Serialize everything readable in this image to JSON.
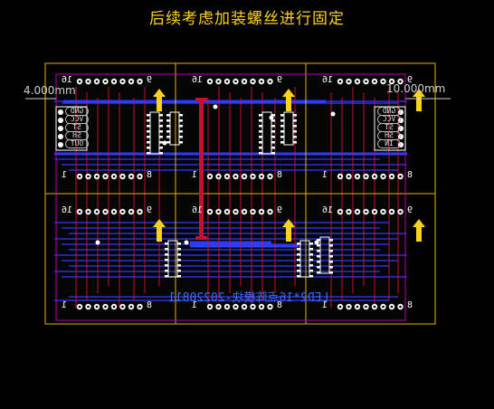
{
  "title": "后续考虑加装螺丝进行固定",
  "dimensions": {
    "left": "4.000mm",
    "right": "10.000mm"
  },
  "board_label": "LED2*16点阵模块-20220811",
  "connector_left": [
    "GND",
    "VCC",
    "ST",
    "SH",
    "OUT"
  ],
  "connector_right": [
    "GND",
    "VCC",
    "ST",
    "SH",
    "IN"
  ],
  "header_labels": {
    "pin_high": "16",
    "pin_low": "1",
    "mark_top": "9",
    "mark_bottom": "8"
  },
  "colors": {
    "background": "#000000",
    "outline": "#e5b400",
    "trace_red": "#c8102e",
    "trace_blue": "#2b3cff",
    "silk_white": "#ffffff",
    "arrow": "#ffd21a",
    "title": "#ffd21a"
  }
}
